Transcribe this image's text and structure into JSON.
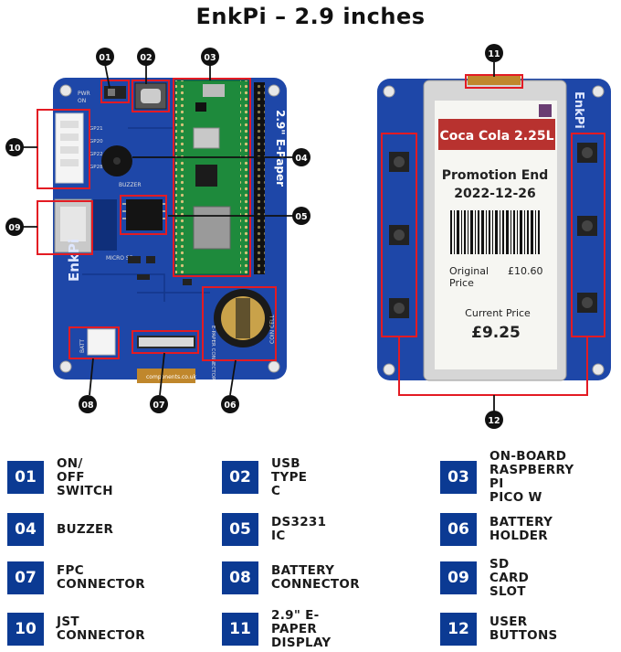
{
  "title": "EnkPi – 2.9 inches",
  "board_text": {
    "brand": "EnkPi",
    "epaper_label": "2.9\" E-Paper",
    "buzzer": "BUZZER",
    "micro_sd": "MICRO SD",
    "coin_cell": "COIN CELL",
    "epaper_connector": "E-PAPER CONNECTOR",
    "batt": "BATT",
    "website": "components.co.uk",
    "pwr": "PWR",
    "on": "ON",
    "gp_pins": [
      "GP21",
      "GP20",
      "GP22",
      "GP28"
    ]
  },
  "display": {
    "product": "Coca Cola 2.25L",
    "promo_line1": "Promotion End",
    "promo_line2": "2022-12-26",
    "original_label_1": "Original",
    "original_label_2": "Price",
    "original_price": "£10.60",
    "current_label": "Current Price",
    "current_price": "£9.25"
  },
  "callouts": [
    "01",
    "02",
    "03",
    "04",
    "05",
    "06",
    "07",
    "08",
    "09",
    "10",
    "11",
    "12"
  ],
  "legend": [
    {
      "num": "01",
      "lines": [
        "ON/ OFF SWITCH"
      ]
    },
    {
      "num": "02",
      "lines": [
        "USB TYPE C"
      ]
    },
    {
      "num": "03",
      "lines": [
        "ON-BOARD",
        "RASPBERRY PI",
        "PICO W"
      ]
    },
    {
      "num": "04",
      "lines": [
        "BUZZER"
      ]
    },
    {
      "num": "05",
      "lines": [
        "DS3231 IC"
      ]
    },
    {
      "num": "06",
      "lines": [
        "BATTERY",
        "HOLDER"
      ]
    },
    {
      "num": "07",
      "lines": [
        "FPC CONNECTOR"
      ]
    },
    {
      "num": "08",
      "lines": [
        "BATTERY",
        "CONNECTOR"
      ]
    },
    {
      "num": "09",
      "lines": [
        "SD CARD",
        "SLOT"
      ]
    },
    {
      "num": "10",
      "lines": [
        "JST CONNECTOR"
      ]
    },
    {
      "num": "11",
      "lines": [
        "2.9\" E-PAPER",
        "DISPLAY"
      ]
    },
    {
      "num": "12",
      "lines": [
        "USER BUTTONS"
      ]
    }
  ],
  "colors": {
    "pcb": "#1e47a8",
    "pcb_dark": "#0f2f7a",
    "highlight": "#e31b23",
    "legend_box": "#0b3a93",
    "pico": "#1e8a3c",
    "banner": "#b8322f"
  }
}
